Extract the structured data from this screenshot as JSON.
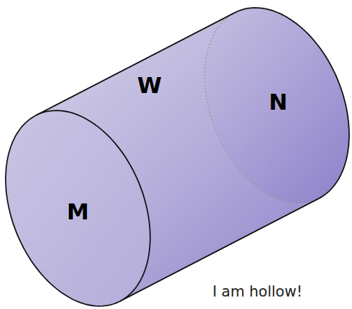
{
  "diagram": {
    "labels": [
      "M",
      "W",
      "N",
      "I am hollow!"
    ]
  }
}
